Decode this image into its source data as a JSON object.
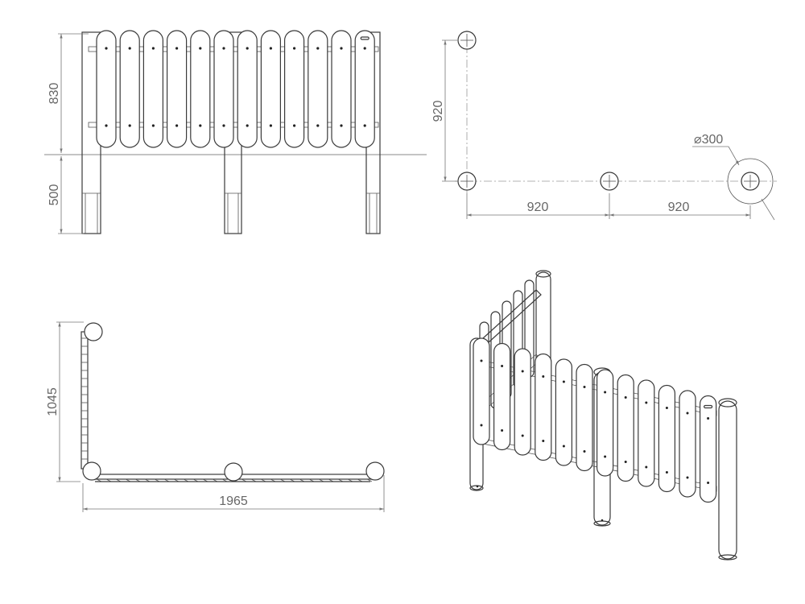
{
  "elevation": {
    "height_label": "830",
    "depth_label": "500"
  },
  "plan": {
    "side_label": "920",
    "span1_label": "920",
    "span2_label": "920",
    "diameter_label": "⌀300"
  },
  "top_view": {
    "depth_label": "1045",
    "width_label": "1965"
  },
  "colors": {
    "line": "#3a3a3a",
    "dimension": "#777777",
    "text": "#666666",
    "background": "#ffffff"
  }
}
